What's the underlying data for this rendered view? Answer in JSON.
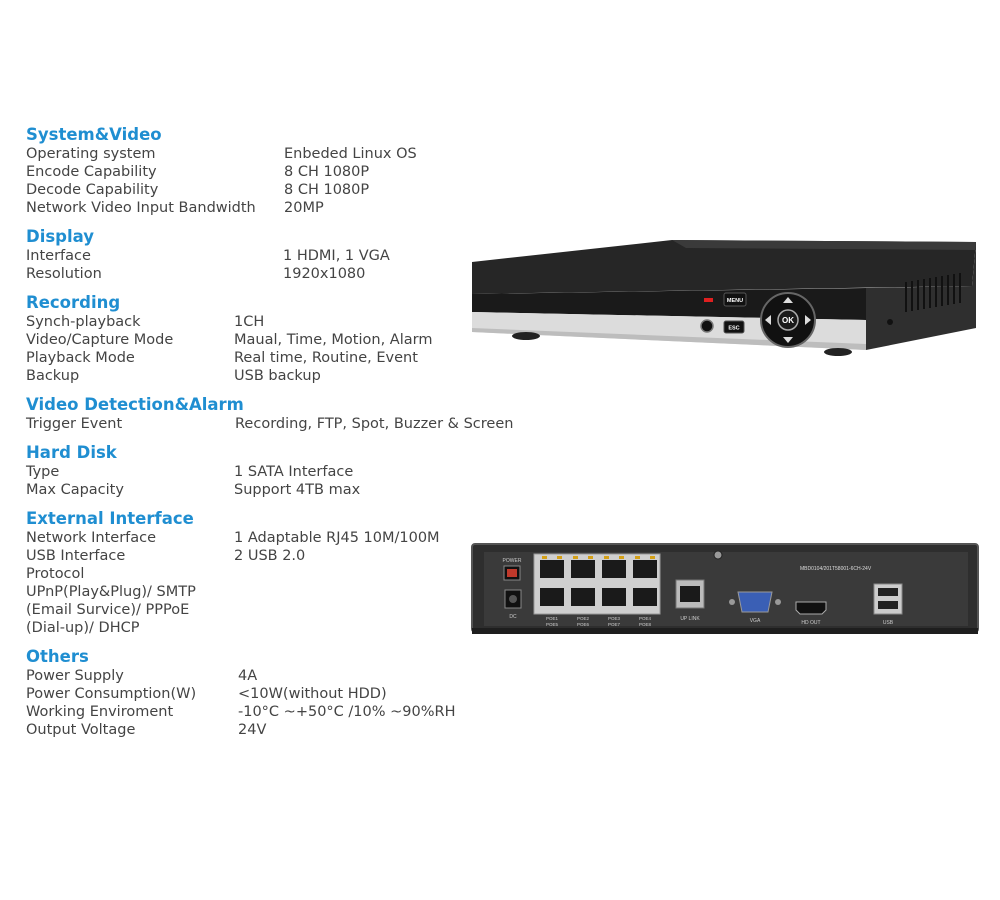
{
  "sections": [
    {
      "title": "System&Video",
      "rows": [
        {
          "label": "Operating system",
          "value": "Enbeded Linux OS"
        },
        {
          "label": "Encode Capability",
          "value": "8 CH 1080P"
        },
        {
          "label": "Decode Capability",
          "value": "8 CH 1080P"
        },
        {
          "label": "Network Video Input Bandwidth",
          "value": "20MP"
        }
      ]
    },
    {
      "title": "Display",
      "rows": [
        {
          "label": "Interface",
          "value": "1 HDMI, 1 VGA"
        },
        {
          "label": "Resolution",
          "value": "1920x1080"
        }
      ]
    },
    {
      "title": "Recording",
      "rows": [
        {
          "label": "Synch-playback",
          "value": "1CH"
        },
        {
          "label": "Video/Capture Mode",
          "value": "Maual, Time, Motion, Alarm"
        },
        {
          "label": "Playback Mode",
          "value": "Real time, Routine, Event"
        },
        {
          "label": "Backup",
          "value": "USB backup"
        }
      ]
    },
    {
      "title": "Video Detection&Alarm",
      "rows": [
        {
          "label": "Trigger Event",
          "value": "Recording, FTP, Spot, Buzzer & Screen"
        }
      ]
    },
    {
      "title": "Hard Disk",
      "rows": [
        {
          "label": "Type",
          "value": "1 SATA  Interface"
        },
        {
          "label": "Max Capacity",
          "value": "Support 4TB max"
        }
      ]
    },
    {
      "title": "External Interface",
      "rows": [
        {
          "label": "Network Interface",
          "value": "1 Adaptable RJ45 10M/100M"
        },
        {
          "label": "USB Interface",
          "value": "2 USB 2.0"
        },
        {
          "label": "Protocol",
          "lines": [
            "UPnP(Play&Plug)/ SMTP",
            "(Email Survice)/ PPPoE",
            "(Dial-up)/ DHCP"
          ]
        }
      ]
    },
    {
      "title": "Others",
      "rows": [
        {
          "label": "Power Supply",
          "value": "4A"
        },
        {
          "label": "Power Consumption(W)",
          "value": "<10W(without HDD)"
        },
        {
          "label": "Working Enviroment",
          "value": "-10°C ~+50°C /10% ~90%RH"
        },
        {
          "label": "Output Voltage",
          "value": "24V"
        }
      ]
    }
  ],
  "front_panel": {
    "menu_label": "MENU",
    "esc_label": "ESC",
    "ok_label": "OK",
    "colors": {
      "top": "#2b2b2b",
      "face": "#1c1c1c",
      "silver": "#d9d9d9",
      "led": "#e02020"
    }
  },
  "back_panel": {
    "power_label": "POWER",
    "dc_label": "DC",
    "poe_labels": [
      [
        "POE1",
        "POE5"
      ],
      [
        "POE2",
        "POE6"
      ],
      [
        "POE3",
        "POE7"
      ],
      [
        "POE4",
        "POE8"
      ]
    ],
    "uplink_label": "UP LINK",
    "vga_label": "VGA",
    "hdmi_label": "HD OUT",
    "usb_label": "USB",
    "sticker_text": "MBD0104/201T58001-6CH-24V"
  }
}
